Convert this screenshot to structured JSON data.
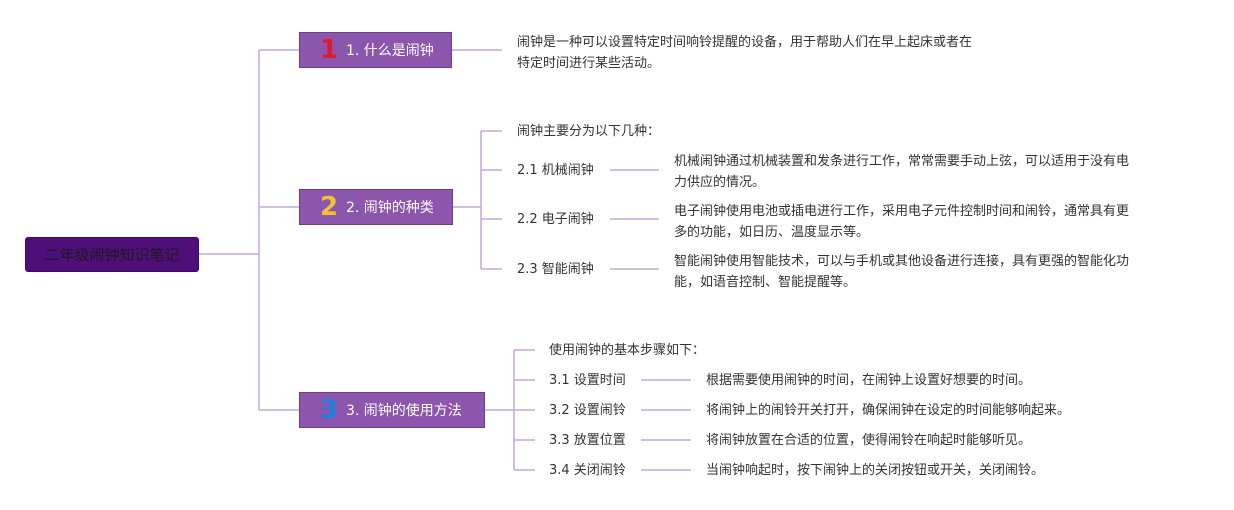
{
  "root": {
    "label": "二年级闹钟知识笔记"
  },
  "topics": [
    {
      "badge": "1",
      "label": "1. 什么是闹钟",
      "desc_lines": [
        "闹钟是一种可以设置特定时间响铃提醒的设备，用于帮助人们在早上起床或者在",
        "特定时间进行某些活动。"
      ]
    },
    {
      "badge": "2",
      "label": "2. 闹钟的种类",
      "intro": "闹钟主要分为以下几种：",
      "subs": [
        {
          "label": "2.1 机械闹钟",
          "lines": [
            "机械闹钟通过机械装置和发条进行工作，常常需要手动上弦，可以适用于没有电",
            "力供应的情况。"
          ]
        },
        {
          "label": "2.2 电子闹钟",
          "lines": [
            "电子闹钟使用电池或插电进行工作，采用电子元件控制时间和闹铃，通常具有更",
            "多的功能，如日历、温度显示等。"
          ]
        },
        {
          "label": "2.3 智能闹钟",
          "lines": [
            "智能闹钟使用智能技术，可以与手机或其他设备进行连接，具有更强的智能化功",
            "能，如语音控制、智能提醒等。"
          ]
        }
      ]
    },
    {
      "badge": "3",
      "label": "3. 闹钟的使用方法",
      "intro": "使用闹钟的基本步骤如下：",
      "subs": [
        {
          "label": "3.1 设置时间",
          "lines": [
            "根据需要使用闹钟的时间，在闹钟上设置好想要的时间。"
          ]
        },
        {
          "label": "3.2 设置闹铃",
          "lines": [
            "将闹钟上的闹铃开关打开，确保闹钟在设定的时间能够响起来。"
          ]
        },
        {
          "label": "3.3 放置位置",
          "lines": [
            "将闹钟放置在合适的位置，使得闹铃在响起时能够听见。"
          ]
        },
        {
          "label": "3.4 关闭闹铃",
          "lines": [
            "当闹钟响起时，按下闹钟上的关闭按钮或开关，关闭闹铃。"
          ]
        }
      ]
    }
  ],
  "colors": {
    "root_fill": "#4e0f7a",
    "topic_fill": "#8b56ac",
    "connector": "#c3a9d9",
    "badge_1": "#e0192f",
    "badge_2": "#f1c232",
    "badge_3": "#1f7fe0"
  }
}
